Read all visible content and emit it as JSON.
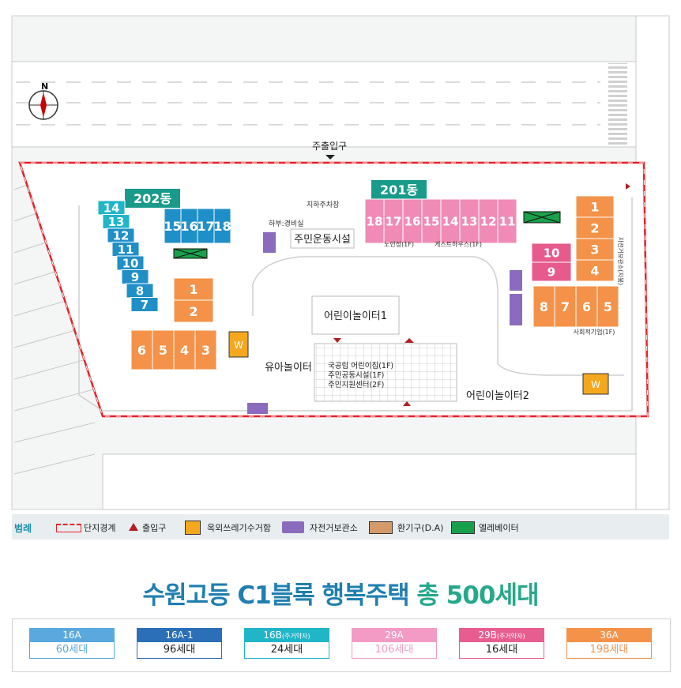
{
  "map": {
    "main_entrance": "주출입구",
    "underground_parking": "지하주차장",
    "security_room": "하부:경비실",
    "building_202": "202동",
    "building_201": "201동",
    "community_sports": "주민운동시설",
    "playground_1": "어린이놀이터1",
    "playground_2": "어린이놀이터2",
    "toddler_playground": "유아놀이터",
    "center_line1": "국공립 어린이집(1F)",
    "center_line2": "주민공동시설(1F)",
    "center_line3": "주민지원센터(2F)",
    "senior_center": "노인정(1F)",
    "guest_house": "게스트하우스(1F)",
    "social_enterprise": "사회적기업(1F)",
    "vertical_label": "자전거보관소(지붕)",
    "w_mark": "W",
    "north": "N"
  },
  "legend": {
    "title": "범례",
    "items": [
      "단지경계",
      "출입구",
      "옥외쓰레기수거함",
      "자전거보관소",
      "환기구(D.A)",
      "엘레베이터"
    ]
  },
  "title": {
    "main": "수원고등 C1블록 행복주택",
    "total": "총 500세대"
  },
  "units": [
    {
      "type": "16A",
      "sub": "",
      "count": "60세대",
      "color": "#5aa8dd"
    },
    {
      "type": "16A-1",
      "sub": "",
      "count": "96세대",
      "color": "#2a6fb8"
    },
    {
      "type": "16B",
      "sub": "(주거약자)",
      "count": "24세대",
      "color": "#21b5c8"
    },
    {
      "type": "29A",
      "sub": "",
      "count": "106세대",
      "color": "#f39bc4"
    },
    {
      "type": "29B",
      "sub": "(주거약자)",
      "count": "16세대",
      "color": "#e85d8f"
    },
    {
      "type": "36A",
      "sub": "",
      "count": "198세대",
      "color": "#f39248"
    }
  ],
  "unit_labels": {
    "b202_stair": [
      "14",
      "13",
      "12",
      "11",
      "10",
      "9",
      "8",
      "7"
    ],
    "b202_top": [
      "15",
      "16",
      "17",
      "18"
    ],
    "b202_orange": [
      "1",
      "2"
    ],
    "b202_bottom": [
      "6",
      "5",
      "4",
      "3"
    ],
    "b201_pink": [
      "18",
      "17",
      "16",
      "15",
      "14",
      "13",
      "12",
      "11"
    ],
    "b201_right": [
      "1",
      "2",
      "3",
      "4"
    ],
    "b201_mid": [
      "10",
      "9"
    ],
    "b201_bottom": [
      "8",
      "7",
      "6",
      "5"
    ]
  }
}
